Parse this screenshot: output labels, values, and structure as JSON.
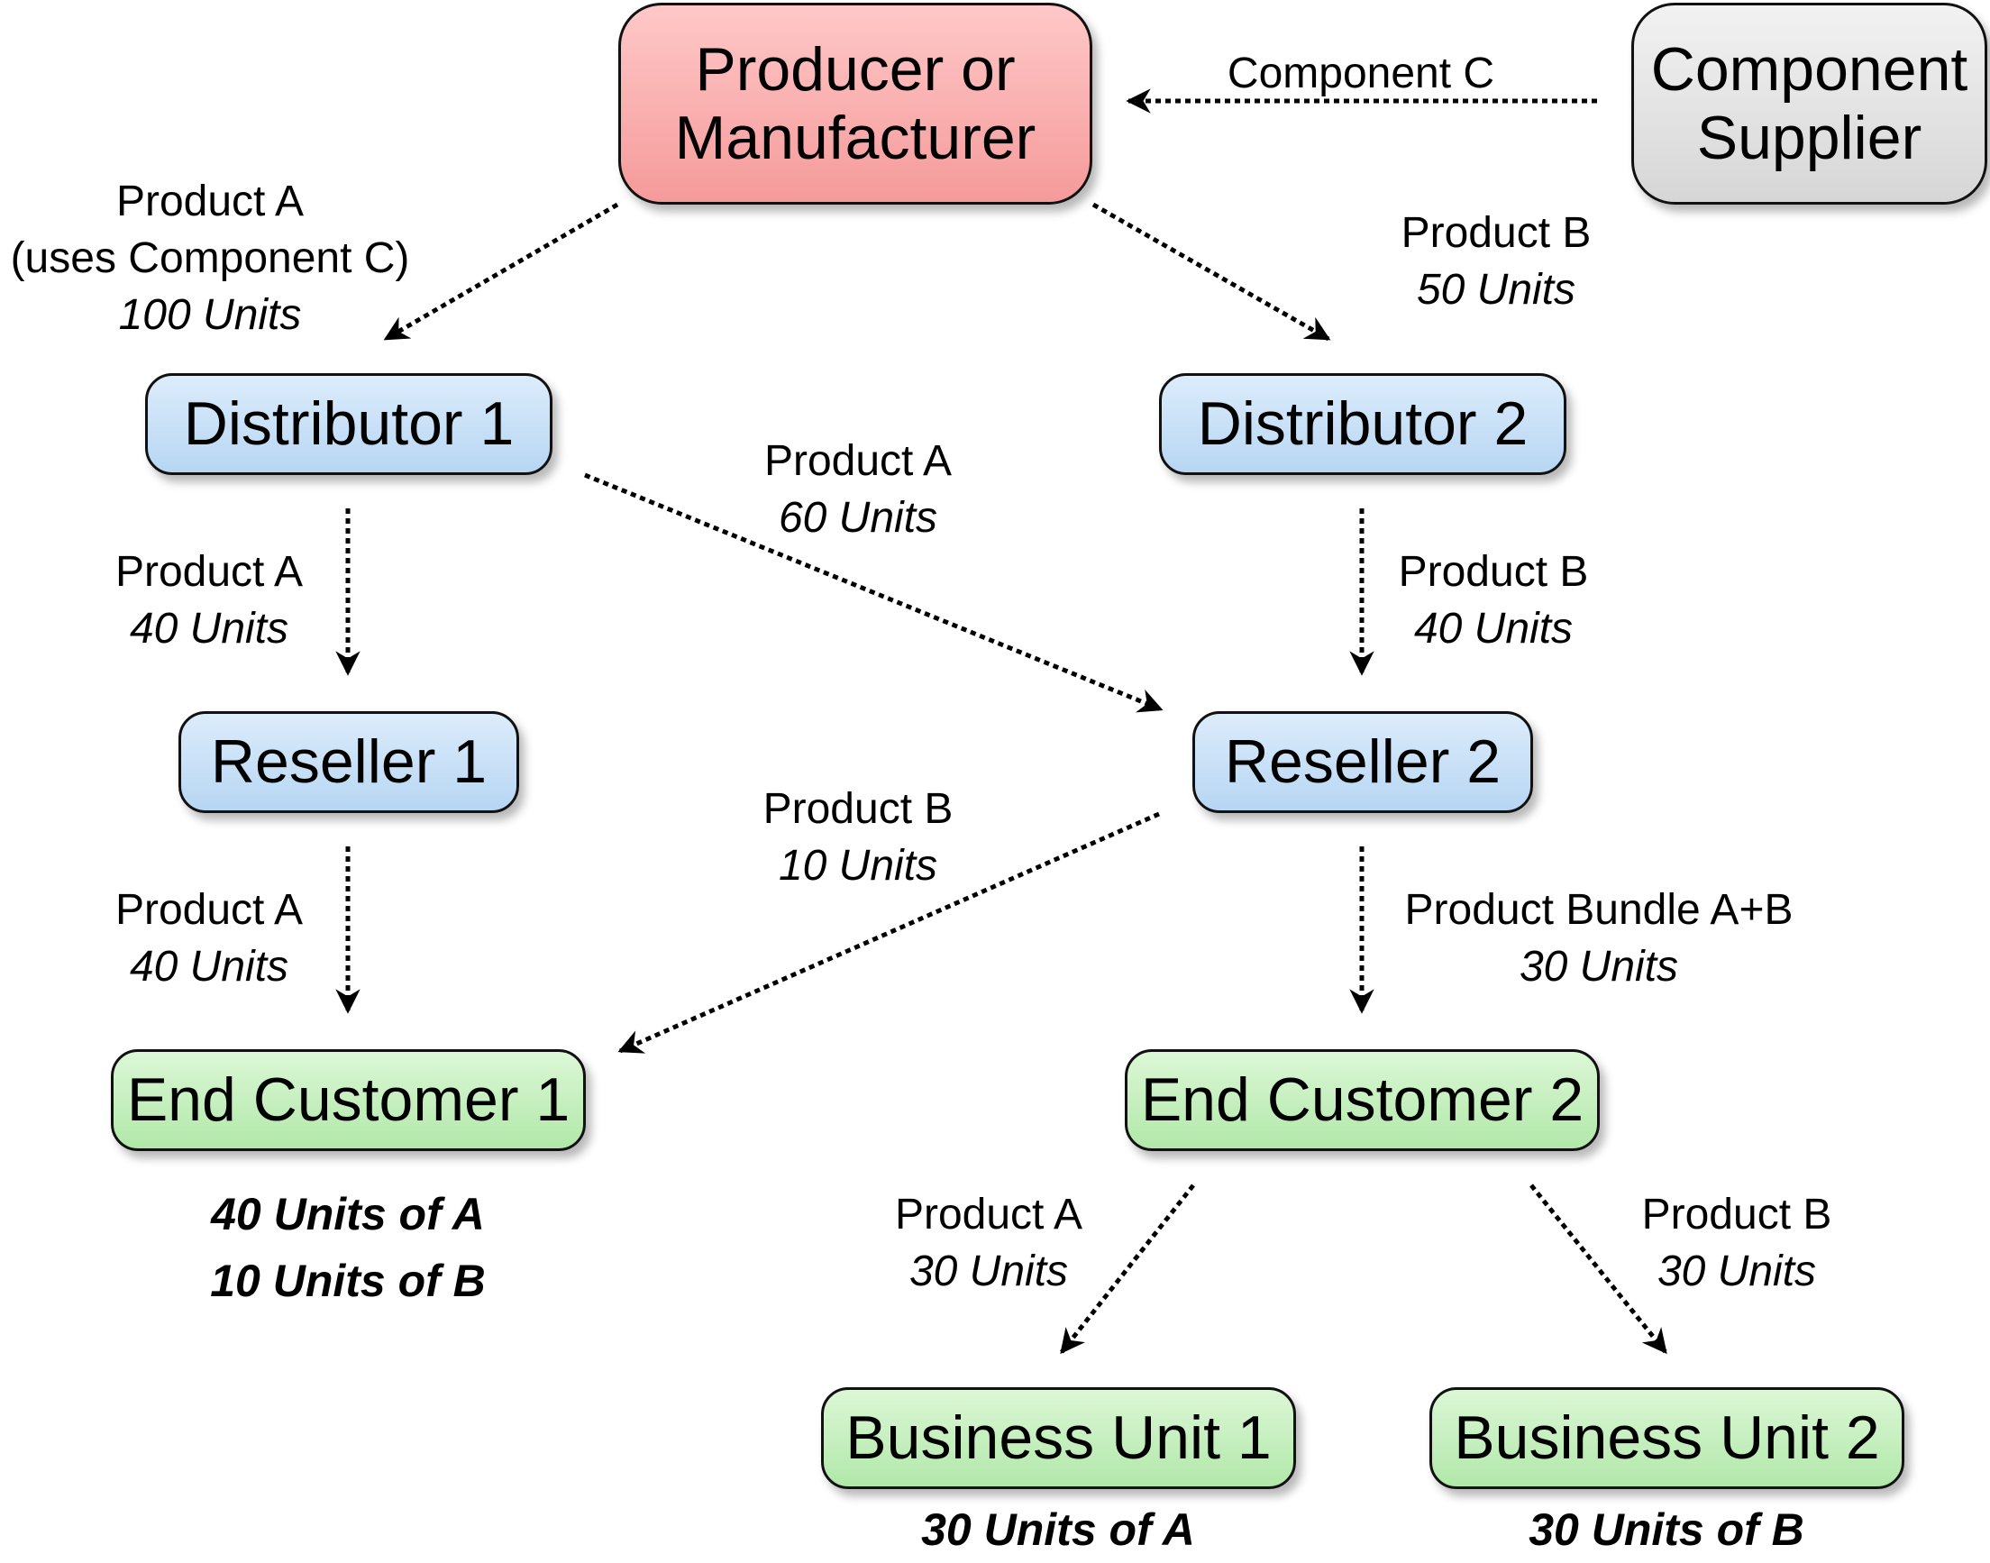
{
  "nodes": {
    "producer": "Producer or\nManufacturer",
    "component_supplier": "Component\nSupplier",
    "distributor_1": "Distributor 1",
    "distributor_2": "Distributor 2",
    "reseller_1": "Reseller 1",
    "reseller_2": "Reseller 2",
    "end_customer_1": "End Customer 1",
    "end_customer_2": "End Customer 2",
    "business_unit_1": "Business Unit 1",
    "business_unit_2": "Business Unit 2"
  },
  "flows": {
    "supplier_to_producer": {
      "product": "Component C"
    },
    "producer_to_distributor_1": {
      "product": "Product A",
      "note": "(uses Component C)",
      "qty": "100 Units"
    },
    "producer_to_distributor_2": {
      "product": "Product B",
      "qty": "50 Units"
    },
    "distributor_1_to_reseller_2": {
      "product": "Product A",
      "qty": "60 Units"
    },
    "distributor_1_to_reseller_1": {
      "product": "Product A",
      "qty": "40 Units"
    },
    "distributor_2_to_reseller_2": {
      "product": "Product B",
      "qty": "40 Units"
    },
    "reseller_2_to_end_customer_1": {
      "product": "Product B",
      "qty": "10 Units"
    },
    "reseller_1_to_end_customer_1": {
      "product": "Product A",
      "qty": "40 Units"
    },
    "reseller_2_to_end_customer_2": {
      "product": "Product Bundle A+B",
      "qty": "30 Units"
    },
    "end_customer_2_to_business_unit_1": {
      "product": "Product A",
      "qty": "30 Units"
    },
    "end_customer_2_to_business_unit_2": {
      "product": "Product B",
      "qty": "30 Units"
    }
  },
  "totals": {
    "end_customer_1": [
      "40 Units of A",
      "10 Units of B"
    ],
    "business_unit_1": "30 Units of A",
    "business_unit_2": "30 Units of B"
  },
  "colors": {
    "producer_fill": "#f7a8a8",
    "supplier_fill": "#e0e0e0",
    "channel_fill": "#c6e0f8",
    "customer_fill": "#c4f0bd",
    "arrow": "#000000"
  }
}
